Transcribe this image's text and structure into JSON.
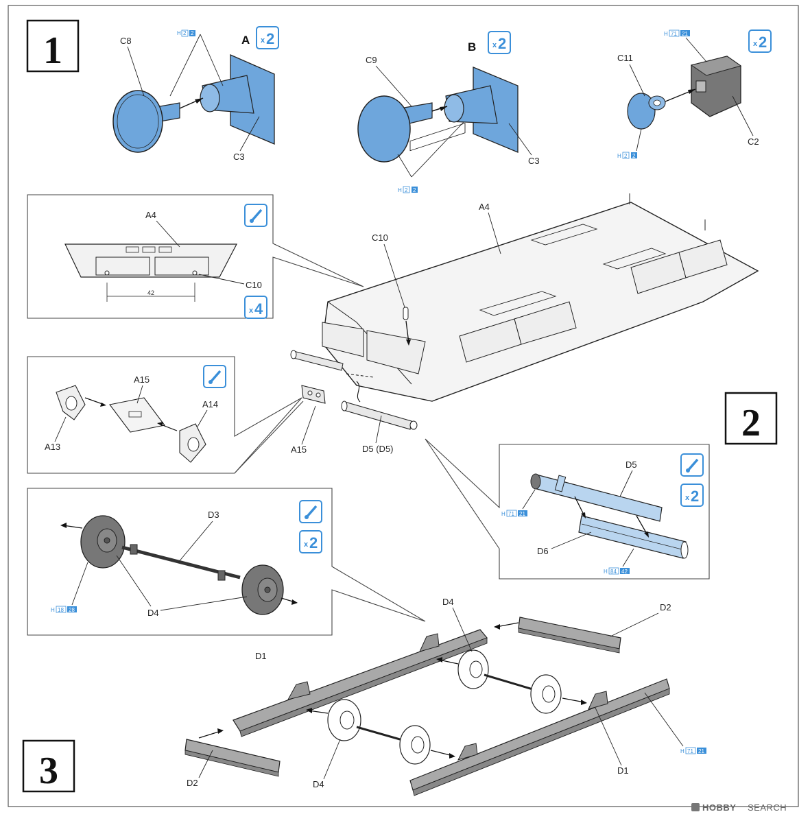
{
  "steps": {
    "one": "1",
    "two": "2",
    "three": "3"
  },
  "quantity": {
    "x": "x",
    "two": "2",
    "four": "4"
  },
  "subassembly": {
    "a": "A",
    "b": "B"
  },
  "paint_code": {
    "h": "H",
    "h2": "2",
    "h71": "71",
    "c21": "21",
    "h18": "18",
    "c28": "28",
    "h84": "84",
    "c42": "42"
  },
  "parts": {
    "C8": "C8",
    "C3": "C3",
    "C9": "C9",
    "C11": "C11",
    "C2": "C2",
    "A4": "A4",
    "C10": "C10",
    "A15": "A15",
    "A14": "A14",
    "A13": "A13",
    "D5_pair": "D5 (D5)",
    "D5": "D5",
    "D6": "D6",
    "D3": "D3",
    "D4": "D4",
    "D2": "D2",
    "D1": "D1"
  },
  "dimension": "42",
  "watermark": {
    "brand": "HOBBY",
    "rest": "SEARCH"
  },
  "colors": {
    "part_blue": "#6ea6dc",
    "light_blue": "#b9d5ef",
    "accent": "#3a8fd9",
    "gray_part": "#707070",
    "rail_gray": "#a9a9a9"
  },
  "icons": {
    "glue": "glue-brush-icon"
  }
}
